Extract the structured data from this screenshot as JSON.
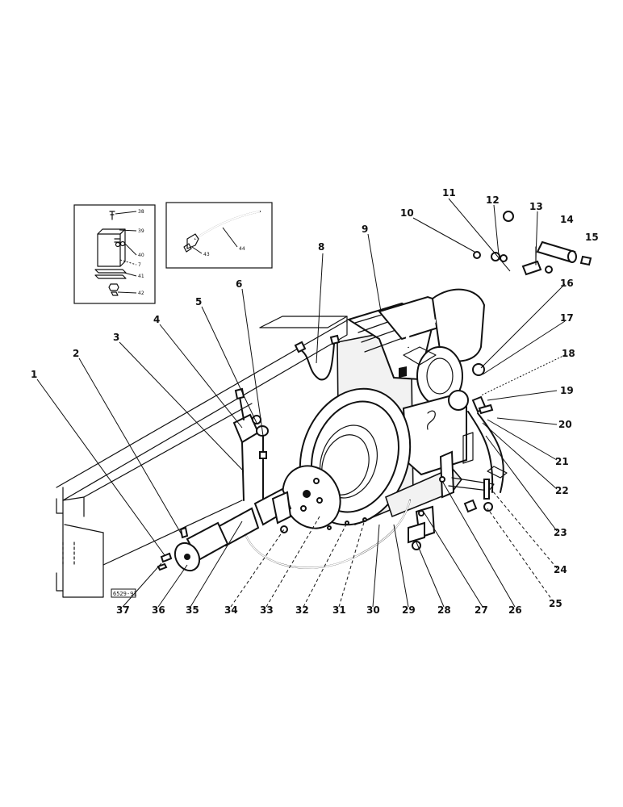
{
  "diagram": {
    "reference_code": "6529-91",
    "part_numbers": [
      "1",
      "2",
      "3",
      "4",
      "5",
      "6",
      "7",
      "8",
      "9",
      "10",
      "11",
      "12",
      "13",
      "14",
      "15",
      "16",
      "17",
      "18",
      "19",
      "20",
      "21",
      "22",
      "23",
      "24",
      "25",
      "26",
      "27",
      "28",
      "29",
      "30",
      "31",
      "32",
      "33",
      "34",
      "35",
      "36",
      "37"
    ],
    "inset_left_numbers": [
      "38",
      "39",
      "40",
      "7",
      "41",
      "42"
    ],
    "inset_right_numbers": [
      "43",
      "44"
    ]
  }
}
